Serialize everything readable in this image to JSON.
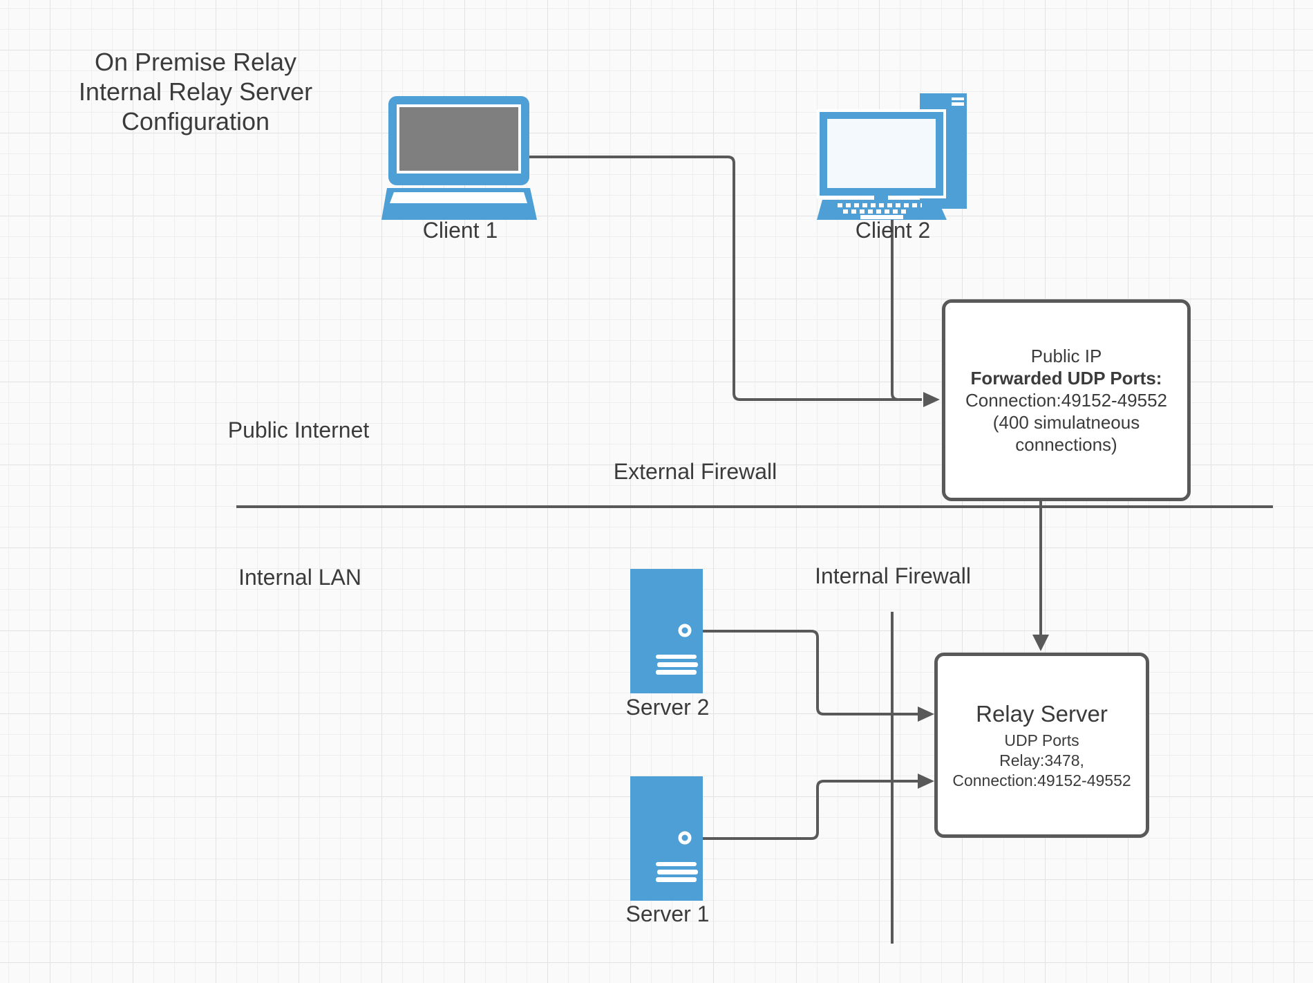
{
  "diagram": {
    "title_lines": [
      "On Premise Relay",
      "Internal Relay Server",
      "Configuration"
    ],
    "zones": {
      "public_internet": "Public Internet",
      "external_firewall": "External Firewall",
      "internal_lan": "Internal LAN",
      "internal_firewall": "Internal Firewall"
    },
    "nodes": {
      "client1": {
        "label": "Client 1",
        "type": "laptop"
      },
      "client2": {
        "label": "Client 2",
        "type": "desktop"
      },
      "server2": {
        "label": "Server 2",
        "type": "server-tower"
      },
      "server1": {
        "label": "Server 1",
        "type": "server-tower"
      },
      "public_ip": {
        "lines": [
          "Public IP",
          "Forwarded UDP Ports:",
          "Connection:49152-49552",
          "(400 simulatneous",
          "connections)"
        ]
      },
      "relay_server": {
        "title": "Relay Server",
        "lines": [
          "UDP Ports",
          "Relay:3478,",
          "Connection:49152-49552"
        ]
      }
    },
    "colors": {
      "device_blue": "#4D9FD5",
      "connector_gray": "#595959",
      "text_dark": "#3B3B3B",
      "laptop_screen_gray": "#7F7F7F",
      "desktop_screen": "#F4F9FD"
    }
  }
}
